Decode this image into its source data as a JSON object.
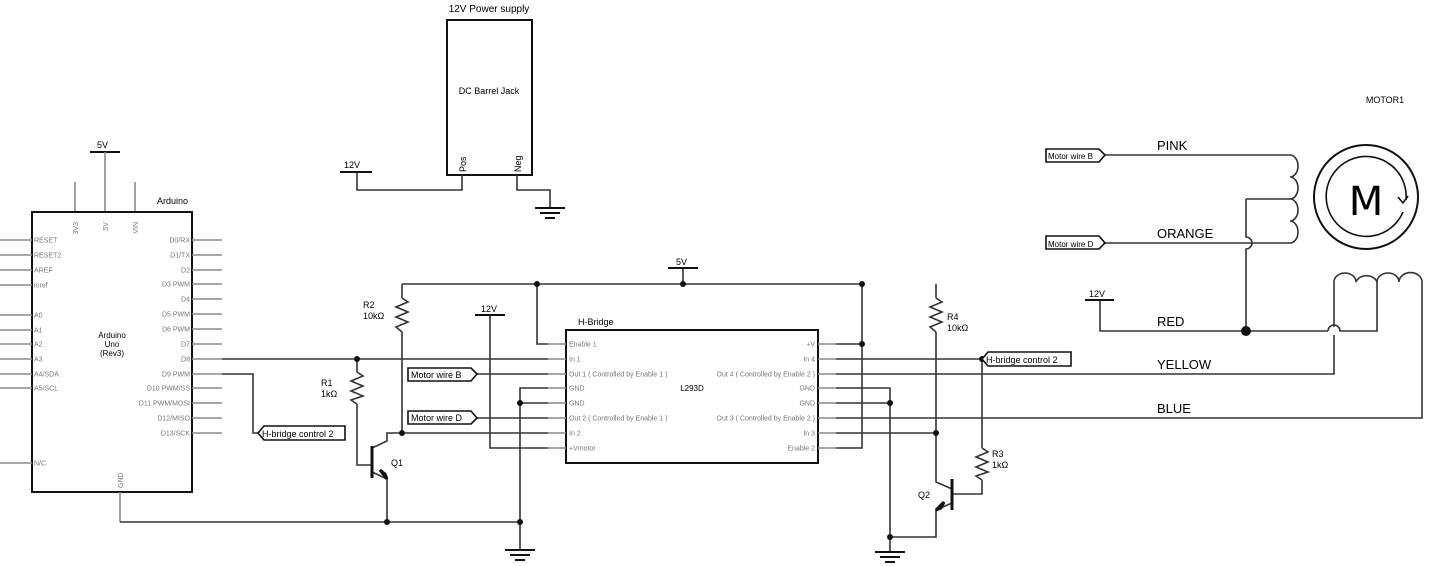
{
  "power_supply": {
    "title": "12V Power supply",
    "name": "DC Barrel Jack",
    "pin_pos": "Pos",
    "pin_neg": "Neg",
    "label_12v": "12V"
  },
  "arduino": {
    "title": "Arduino",
    "center": [
      "Arduino",
      "Uno",
      "(Rev3)"
    ],
    "supply_label": "5V",
    "top_pins": [
      "3V3",
      "5V",
      "VIN"
    ],
    "bottom_pin": "GND",
    "left_pins": [
      "RESET",
      "RESET2",
      "AREF",
      "ioref",
      "A0",
      "A1",
      "A2",
      "A3",
      "A4/SDA",
      "A5/SCL",
      "N/C"
    ],
    "right_pins": [
      "D0/RX",
      "D1/TX",
      "D2",
      "D3 PWM",
      "D4",
      "D5 PWM",
      "D6 PWM",
      "D7",
      "D8",
      "D9 PWM",
      "D10 PWM/SS",
      "D11 PWM/MOSI",
      "D12/MISO",
      "D13/SCK"
    ]
  },
  "hbridge": {
    "title": "H-Bridge",
    "part": "L293D",
    "left_pins": [
      "Enable 1",
      "In 1",
      "Out 1 ( Controlled by Enable 1 )",
      "GND",
      "GND",
      "Out 2 ( Controlled by Enable 1 )",
      "In 2",
      "+Vmotor"
    ],
    "right_pins": [
      "+V",
      "In 4",
      "Out 4 ( Controlled by Enable 2 )",
      "GND",
      "GND",
      "Out 3 ( Controlled by Enable 2 )",
      "In 3",
      "Enable 2"
    ]
  },
  "supplies": {
    "v5": "5V",
    "v12_hbridge": "12V",
    "v12_motor": "12V"
  },
  "components": {
    "r1": {
      "name": "R1",
      "value": "1kΩ"
    },
    "r2": {
      "name": "R2",
      "value": "10kΩ"
    },
    "r3": {
      "name": "R3",
      "value": "1kΩ"
    },
    "r4": {
      "name": "R4",
      "value": "10kΩ"
    },
    "q1": "Q1",
    "q2": "Q2"
  },
  "net_labels": {
    "motor_wire_b": "Motor wire B",
    "motor_wire_d": "Motor wire D",
    "hbridge_control_2": "H-bridge control 2"
  },
  "motor": {
    "name": "MOTOR1",
    "symbol": "M",
    "wires": [
      "PINK",
      "ORANGE",
      "RED",
      "YELLOW",
      "BLUE"
    ]
  }
}
